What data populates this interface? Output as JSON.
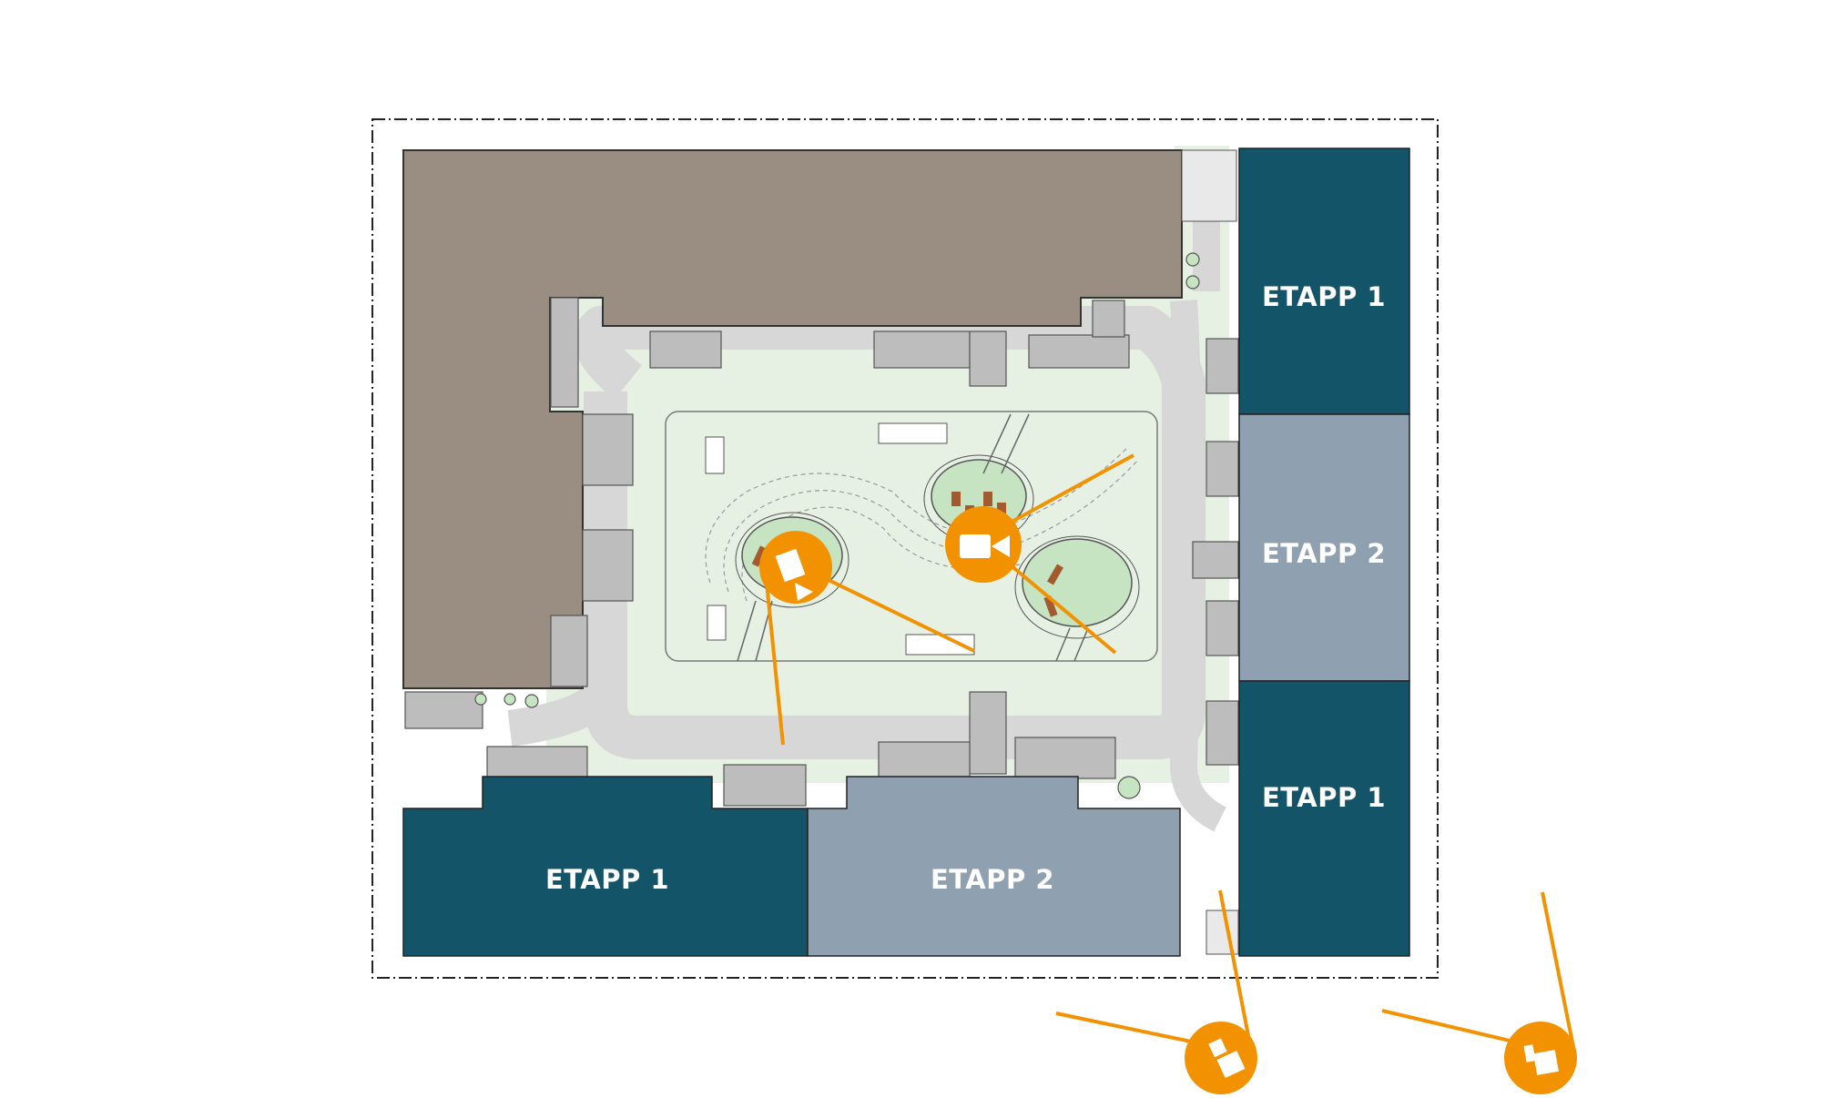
{
  "phases": [
    {
      "id": "east-north",
      "label": "ETAPP 1",
      "color": "#135468"
    },
    {
      "id": "east-middle",
      "label": "ETAPP 2",
      "color": "#8fa1b0"
    },
    {
      "id": "east-south",
      "label": "ETAPP 1",
      "color": "#135468"
    },
    {
      "id": "south-west",
      "label": "ETAPP 1",
      "color": "#135468"
    },
    {
      "id": "south-middle",
      "label": "ETAPP 2",
      "color": "#8fa1b0"
    }
  ],
  "colors": {
    "existing_building": "#9a8d81",
    "courtyard": "#e6f1e4",
    "path": "#d7d7d7",
    "building_edge": "#a9a9a9",
    "lawn": "#c6e3c2",
    "camera_marker": "#f39200"
  },
  "camera_markers": [
    {
      "name": "photo-camera-icon",
      "location": "courtyard-west"
    },
    {
      "name": "video-camera-icon",
      "location": "courtyard-center"
    },
    {
      "name": "photo-camera-icon",
      "location": "south-entrance"
    },
    {
      "name": "photo-camera-icon",
      "location": "south-east-street"
    }
  ]
}
